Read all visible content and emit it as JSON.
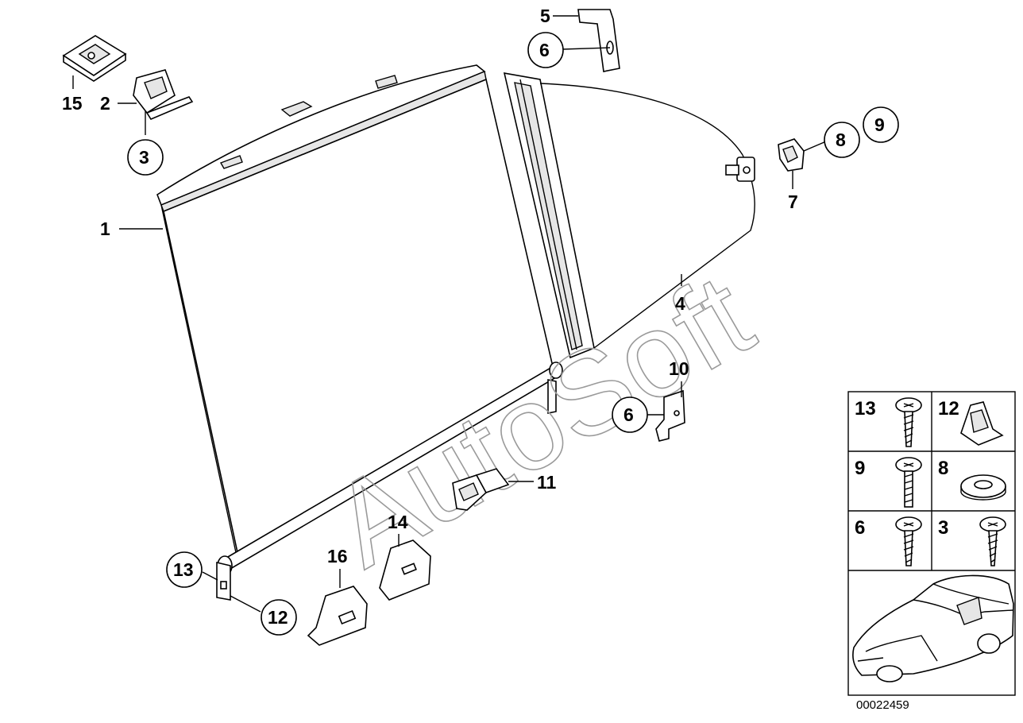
{
  "watermark": "AutoSoft",
  "diagram_code": "00022459",
  "callouts": {
    "c1": "1",
    "c2": "2",
    "c3": "3",
    "c4": "4",
    "c5": "5",
    "c6a": "6",
    "c6b": "6",
    "c7": "7",
    "c8": "8",
    "c9": "9",
    "c10": "10",
    "c11": "11",
    "c12": "12",
    "c13": "13",
    "c14": "14",
    "c15": "15",
    "c16": "16"
  },
  "legend": {
    "r1_left": "13",
    "r1_right": "12",
    "r2_left": "9",
    "r2_right": "8",
    "r3_left": "6",
    "r3_right": "3"
  }
}
